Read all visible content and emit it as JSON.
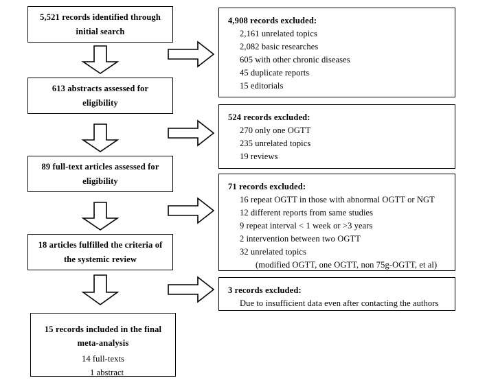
{
  "diagram": {
    "title": "PRISMA study selection flow diagram",
    "stages": [
      {
        "id": "identified",
        "lines": [
          "5,521 records identified through",
          "initial search"
        ]
      },
      {
        "id": "abstracts",
        "lines": [
          "613 abstracts assessed for",
          "eligibility"
        ]
      },
      {
        "id": "full-text",
        "lines": [
          "89 full-text articles assessed for",
          "eligibility"
        ]
      },
      {
        "id": "systemic-review",
        "lines": [
          "18 articles fulfilled the criteria of",
          "the systemic review"
        ]
      },
      {
        "id": "meta-analysis",
        "lines": [
          "15 records included in the final",
          "meta-analysis"
        ],
        "sub_lines": [
          "14 full-texts",
          "1 abstract"
        ]
      }
    ],
    "exclusions": [
      {
        "id": "excluded-4908",
        "heading": "4,908 records excluded:",
        "items": [
          "2,161 unrelated topics",
          "2,082 basic researches",
          "605 with other chronic diseases",
          "45 duplicate reports",
          "15 editorials"
        ]
      },
      {
        "id": "excluded-524",
        "heading": "524 records excluded:",
        "items": [
          "270 only one OGTT",
          "235 unrelated topics",
          "19 reviews"
        ]
      },
      {
        "id": "excluded-71",
        "heading": "71 records excluded:",
        "items": [
          "16 repeat OGTT in those with abnormal OGTT or NGT",
          "12 different reports from same studies",
          "9 repeat interval < 1 week or >3 years",
          "2 intervention between two OGTT",
          "32 unrelated topics"
        ],
        "note": "(modified OGTT, one OGTT, non 75g-OGTT, et al)"
      },
      {
        "id": "excluded-3",
        "heading": "3 records excluded:",
        "items": [
          "Due to insufficient data even after contacting the authors"
        ]
      }
    ],
    "arrows": {
      "down_icon": "down-block-arrow-icon",
      "right_icon": "right-block-arrow-icon",
      "count_down": 4,
      "count_right": 4
    },
    "colors": {
      "stroke": "#000000",
      "fill": "#ffffff",
      "text": "#000000"
    }
  }
}
